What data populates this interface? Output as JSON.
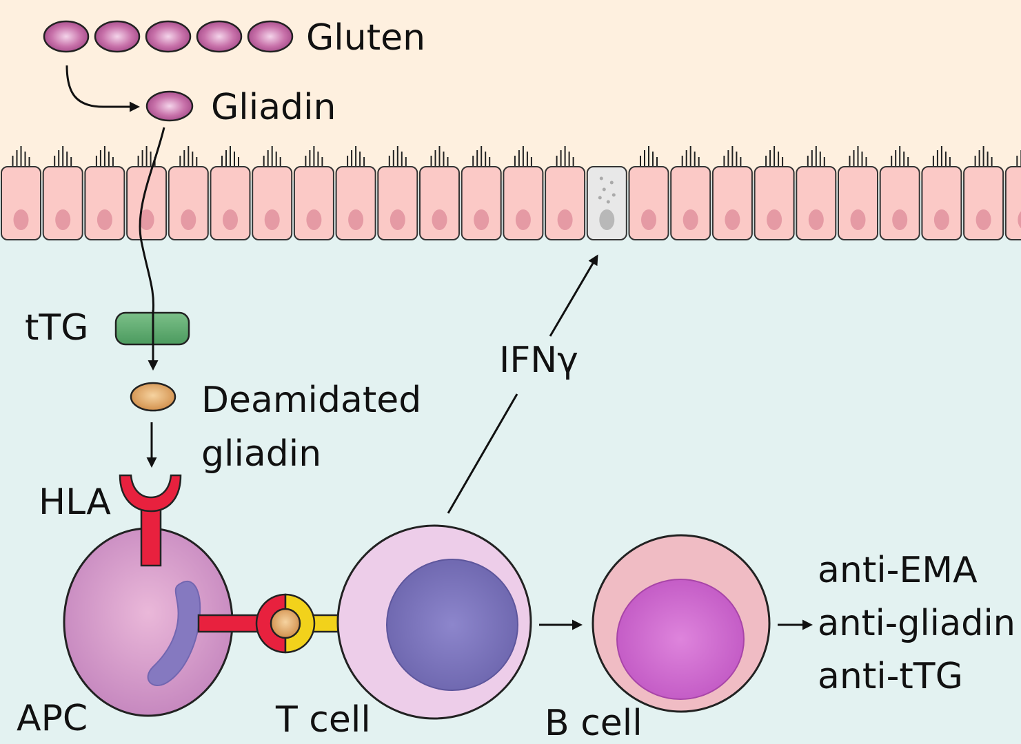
{
  "labels": {
    "gluten": "Gluten",
    "gliadin": "Gliadin",
    "ttg": "tTG",
    "deamidated_line1": "Deamidated",
    "deamidated_line2": "gliadin",
    "hla": "HLA",
    "apc": "APC",
    "t_cell": "T cell",
    "b_cell": "B cell",
    "ifn": "IFNγ",
    "antibodies": [
      "anti-EMA",
      "anti-gliadin",
      "anti-tTG"
    ]
  },
  "epithelium": {
    "cell_count": 25,
    "damaged_cell_index": 14
  },
  "colors": {
    "lumen": "#fef0df",
    "tissue": "#e3f2f1",
    "epithelial_cell": "#fbc9c6",
    "damaged_cell": "#e8e8e8",
    "gluten_bead": "#b95a98",
    "ttg": "#5aa66d",
    "deamidated_gliadin": "#d9a058",
    "hla_receptor": "#e8213e",
    "tcr": "#f2d21b",
    "apc": "#c98cc2",
    "t_cell": "#edcde9",
    "t_cell_nucleus": "#7068b0",
    "b_cell": "#f0bcc4",
    "b_cell_nucleus": "#c75ac9"
  }
}
